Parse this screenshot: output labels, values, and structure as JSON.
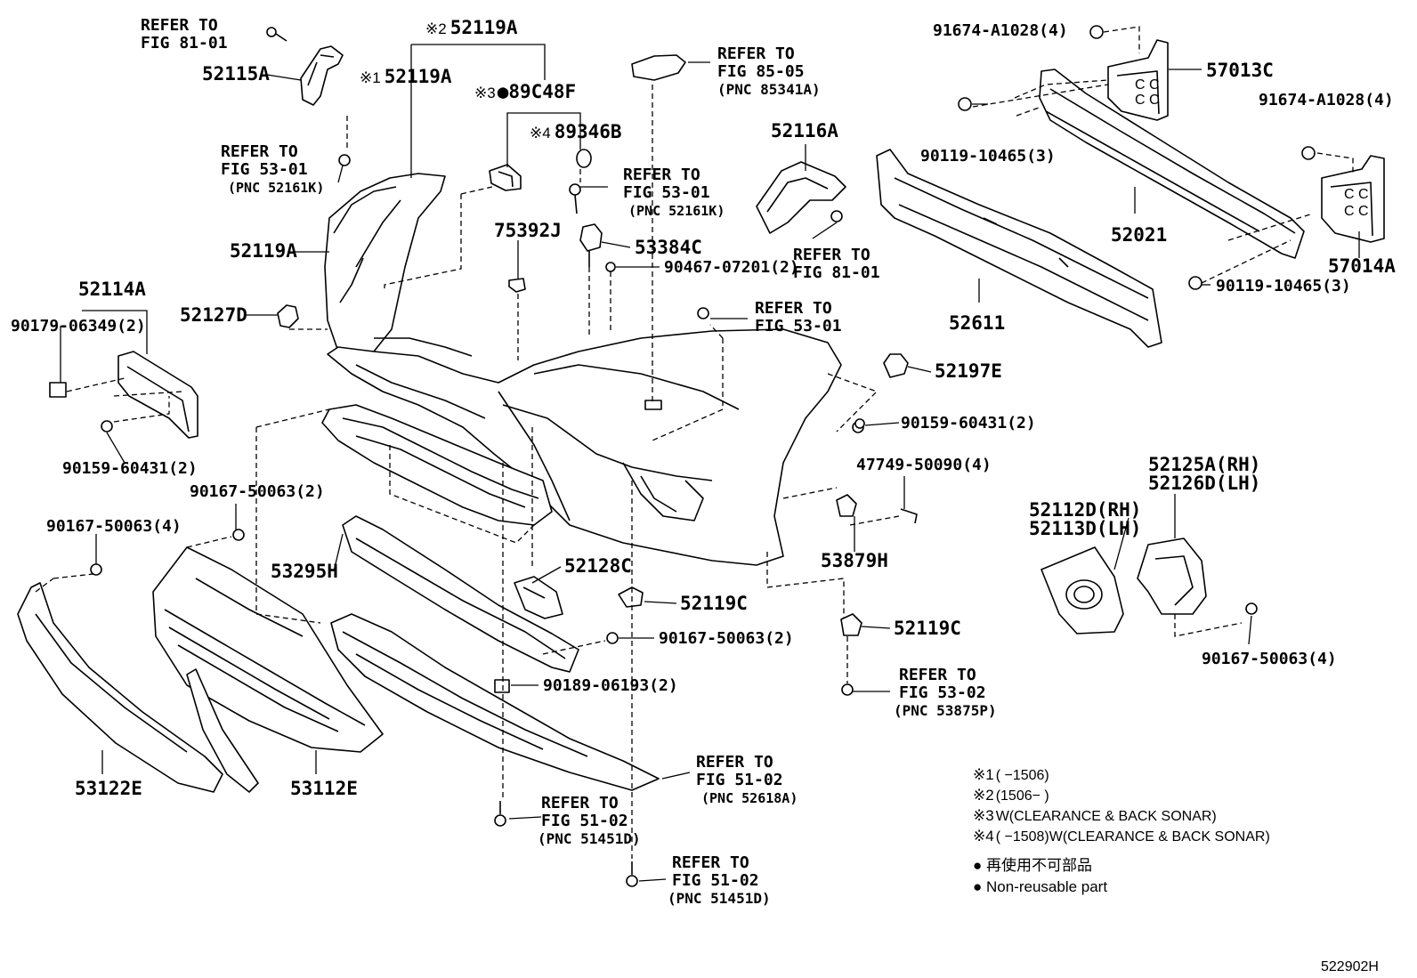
{
  "diagram_code": "522902H",
  "callouts": {
    "c52119A_top": {
      "prefix": "※2",
      "code": "52119A"
    },
    "c52119A_left": {
      "prefix": "※1",
      "code": "52119A"
    },
    "c89C48F": {
      "prefix": "※3",
      "code": "●89C48F"
    },
    "c89346B": {
      "prefix": "※4",
      "code": "89346B"
    },
    "c52115A": "52115A",
    "c52116A": "52116A",
    "c52119A_side": "52119A",
    "c52114A": "52114A",
    "c52127D": "52127D",
    "c75392J": "75392J",
    "c53384C": "53384C",
    "c57013C": "57013C",
    "c52021": "52021",
    "c52611": "52611",
    "c57014A": "57014A",
    "c52197E": "52197E",
    "c52125A": "52125A(RH)",
    "c52126D": "52126D(LH)",
    "c52112D": "52112D(RH)",
    "c52113D": "52113D(LH)",
    "c53879H": "53879H",
    "c53295H": "53295H",
    "c52128C": "52128C",
    "c52119C_a": "52119C",
    "c52119C_b": "52119C",
    "c53122E": "53122E",
    "c53112E": "53112E"
  },
  "fasteners": {
    "f91674_top": "91674-A1028(4)",
    "f91674_right": "91674-A1028(4)",
    "f90119_left": "90119-10465(3)",
    "f90119_right": "90119-10465(3)",
    "f90467": "90467-07201(2)",
    "f90179": "90179-06349(2)",
    "f90159_left": "90159-60431(2)",
    "f90159_right": "90159-60431(2)",
    "f47749": "47749-50090(4)",
    "f90167_2": "90167-50063(2)",
    "f90167_4": "90167-50063(4)",
    "f90167_mid": "90167-50063(2)",
    "f90167_right": "90167-50063(4)",
    "f90189": "90189-06193(2)"
  },
  "refs": {
    "r8101_a": [
      "REFER TO",
      "FIG 81-01"
    ],
    "r5301_a": [
      "REFER TO",
      "FIG 53-01",
      "(PNC 52161K)"
    ],
    "r8505": [
      "REFER TO",
      "FIG 85-05",
      "(PNC 85341A)"
    ],
    "r5301_b": [
      "REFER TO",
      "FIG 53-01",
      "(PNC 52161K)"
    ],
    "r8101_b": [
      "REFER TO",
      "FIG 81-01"
    ],
    "r5301_c": [
      "REFER TO",
      "FIG 53-01"
    ],
    "r5302": [
      "REFER TO",
      "FIG 53-02",
      "(PNC 53875P)"
    ],
    "r5102_a": [
      "REFER TO",
      "FIG 51-02",
      "(PNC 52618A)"
    ],
    "r5102_b": [
      "REFER TO",
      "FIG 51-02",
      "(PNC 51451D)"
    ],
    "r5102_c": [
      "REFER TO",
      "FIG 51-02",
      "(PNC 51451D)"
    ]
  },
  "notes": {
    "n1": {
      "mark": "※1",
      "text": "(      −1506)"
    },
    "n2": {
      "mark": "※2",
      "text": "(1506−      )"
    },
    "n3": {
      "mark": "※3",
      "text": "W(CLEARANCE & BACK SONAR)"
    },
    "n4": {
      "mark": "※4",
      "text": "(      −1508)W(CLEARANCE & BACK SONAR)"
    },
    "legend_jp": "● 再使用不可部品",
    "legend_en": "● Non-reusable part"
  }
}
